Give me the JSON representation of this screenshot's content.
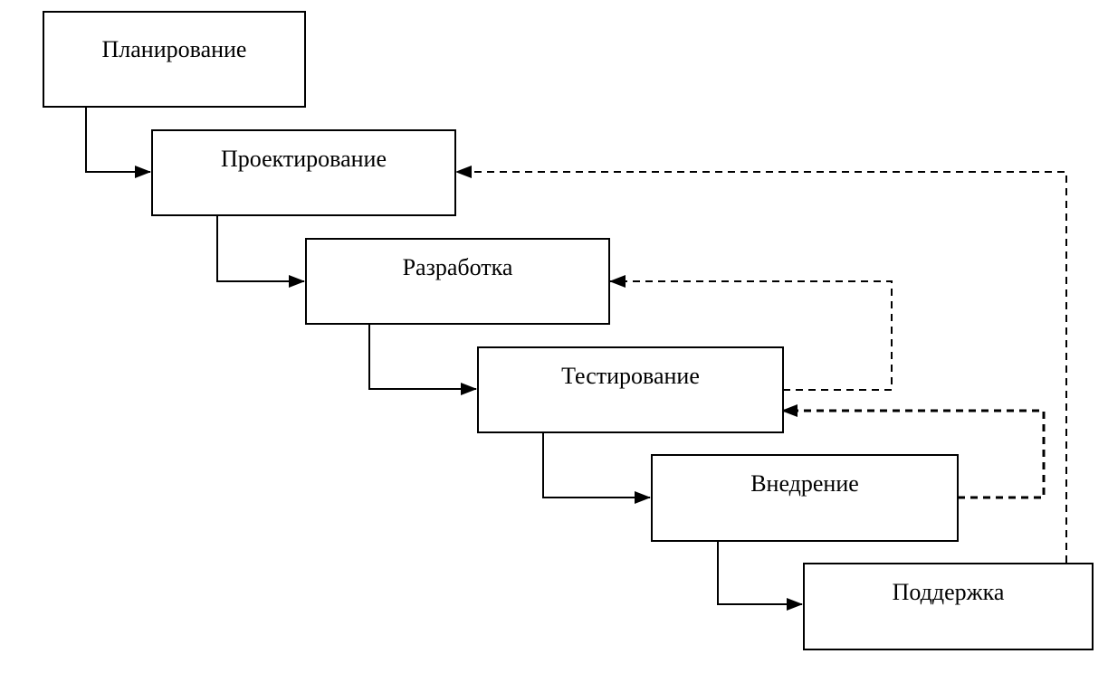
{
  "stages": [
    {
      "label": "Планирование"
    },
    {
      "label": "Проектирование"
    },
    {
      "label": "Разработка"
    },
    {
      "label": "Тестирование"
    },
    {
      "label": "Внедрение"
    },
    {
      "label": "Поддержка"
    }
  ],
  "flows": [
    {
      "from": "Планирование",
      "to": "Проектирование",
      "style": "solid"
    },
    {
      "from": "Проектирование",
      "to": "Разработка",
      "style": "solid"
    },
    {
      "from": "Разработка",
      "to": "Тестирование",
      "style": "solid"
    },
    {
      "from": "Тестирование",
      "to": "Внедрение",
      "style": "solid"
    },
    {
      "from": "Внедрение",
      "to": "Поддержка",
      "style": "solid"
    },
    {
      "from": "Тестирование",
      "to": "Разработка",
      "style": "dashed"
    },
    {
      "from": "Внедрение",
      "to": "Тестирование",
      "style": "dashed"
    },
    {
      "from": "Поддержка",
      "to": "Проектирование",
      "style": "dashed"
    }
  ]
}
